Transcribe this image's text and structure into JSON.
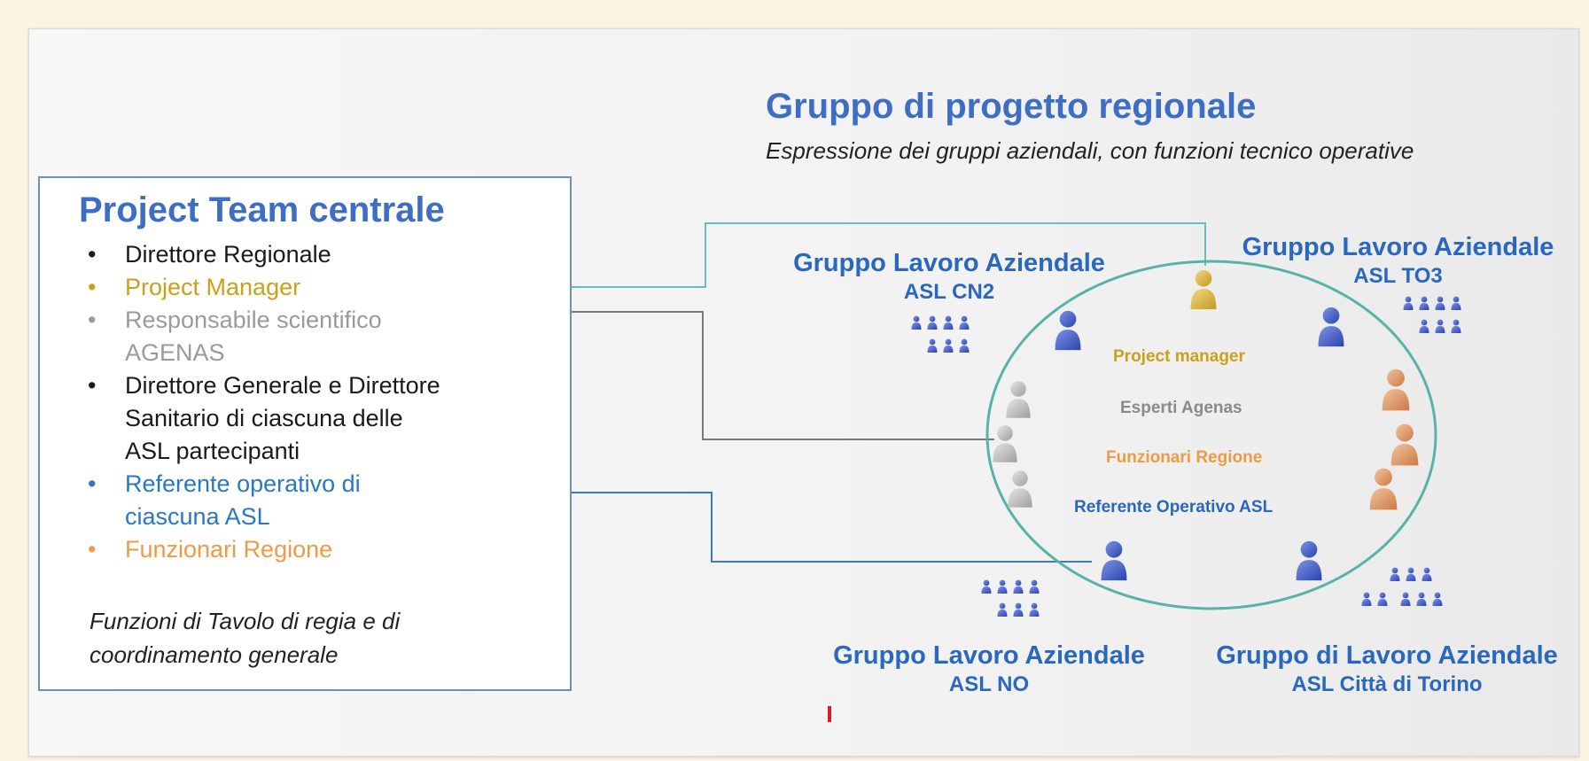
{
  "project_team": {
    "title": "Project Team centrale",
    "bullet": "•",
    "items": [
      {
        "text": "Direttore Regionale",
        "color": "#1a1a1a"
      },
      {
        "text": "Project Manager",
        "color": "#c9a11a"
      },
      {
        "text": "Responsabile scientifico\nAGENAS",
        "color": "#9a9a9a"
      },
      {
        "text": "Direttore Generale e Direttore\nSanitario di ciascuna delle\nASL partecipanti",
        "color": "#1a1a1a"
      },
      {
        "text": "Referente operativo di\nciascuna ASL",
        "color": "#2a78c2"
      },
      {
        "text": "Funzionari Regione",
        "color": "#ef9a45"
      }
    ],
    "note": "Funzioni di Tavolo di regia e di\ncoordinamento generale"
  },
  "regional_group": {
    "title": "Gruppo di progetto regionale",
    "subtitle": "Espressione dei gruppi aziendali, con funzioni tecnico operative"
  },
  "groups": [
    {
      "name": "Gruppo Lavoro Aziendale",
      "asl": "ASL CN2"
    },
    {
      "name": "Gruppo Lavoro Aziendale",
      "asl": "ASL TO3"
    },
    {
      "name": "Gruppo Lavoro Aziendale",
      "asl": "ASL NO"
    },
    {
      "name": "Gruppo di Lavoro Aziendale",
      "asl": "ASL Città di Torino"
    }
  ],
  "circle_roles": [
    {
      "text": "Project manager",
      "color": "#c9a11a"
    },
    {
      "text": "Esperti Agenas",
      "color": "#8a8a8a"
    },
    {
      "text": "Funzionari Regione",
      "color": "#ef9a45"
    },
    {
      "text": "Referente Operativo ASL",
      "color": "#2a67bf"
    }
  ],
  "colors": {
    "title_blue": "#3d6ec4",
    "group_blue": "#2a67bf",
    "connector_teal": "#5fc2c0",
    "circle_teal": "#56b3a6",
    "person_blue": "#3b58c8",
    "person_gold": "#d6b13a",
    "person_grey": "#b8b8b8",
    "person_orange": "#e09060"
  },
  "icons": [
    "person-icon",
    "people-group-icon"
  ]
}
